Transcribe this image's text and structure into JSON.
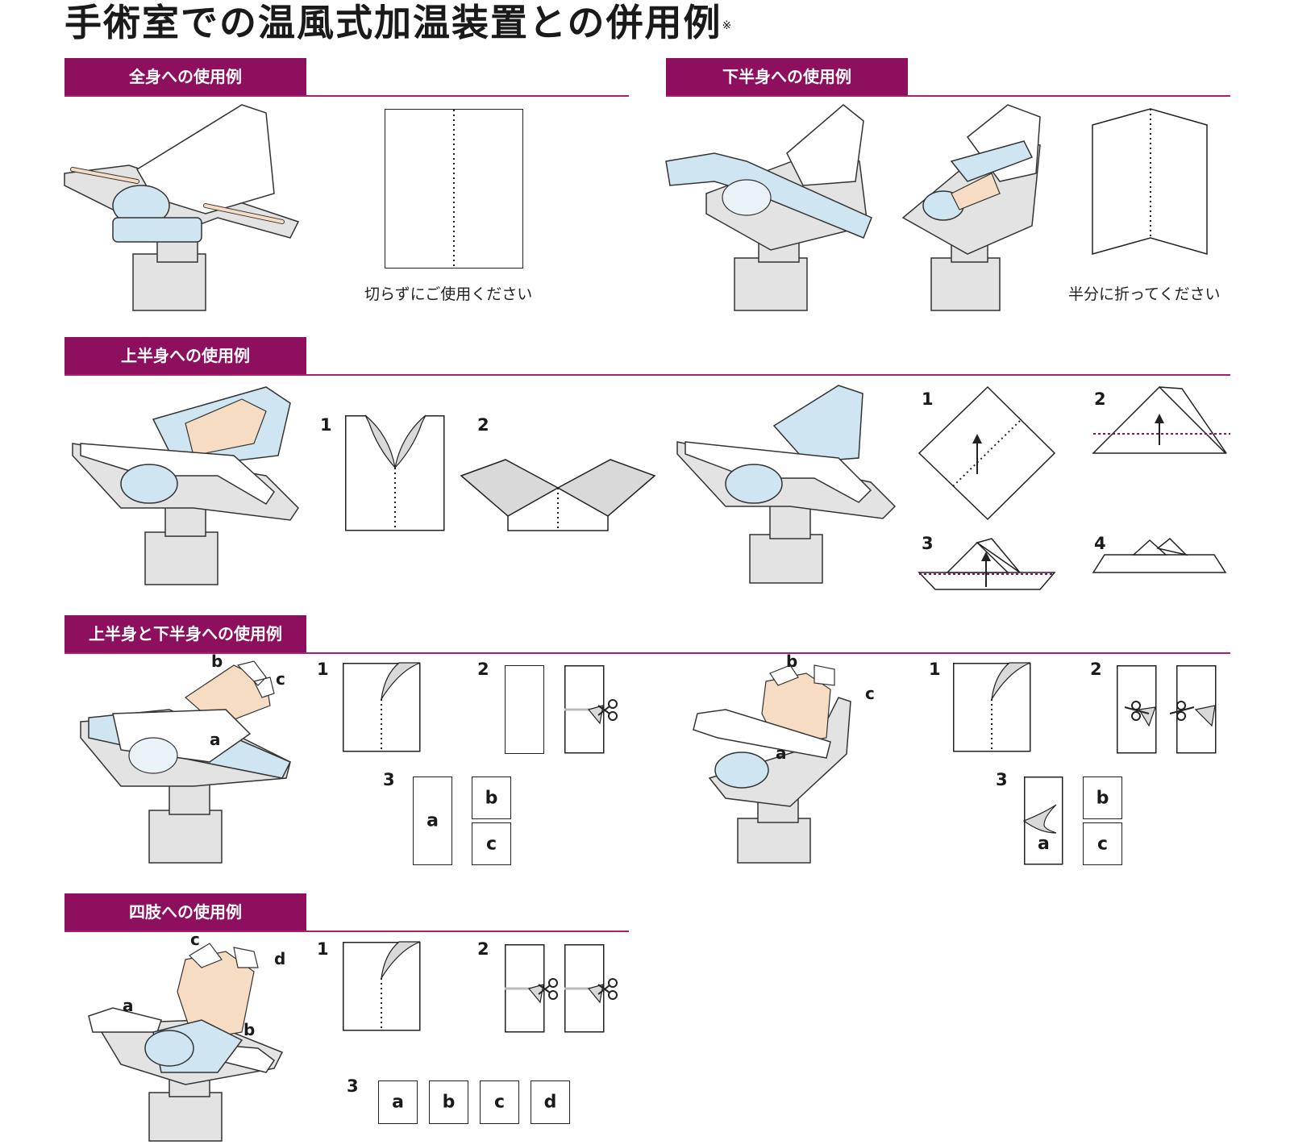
{
  "title": "手術室での温風式加温装置との併用例",
  "title_mark": "※",
  "sections": {
    "full_body": {
      "label": "全身への使用例",
      "caption": "切らずにご使用ください"
    },
    "lower_body": {
      "label": "下半身への使用例",
      "caption": "半分に折ってください"
    },
    "upper_body": {
      "label": "上半身への使用例"
    },
    "upper_lower": {
      "label": "上半身と下半身への使用例"
    },
    "limbs": {
      "label": "四肢への使用例"
    }
  },
  "steps": {
    "s1": "1",
    "s2": "2",
    "s3": "3",
    "s4": "4"
  },
  "letters": {
    "a": "a",
    "b": "b",
    "c": "c",
    "d": "d"
  },
  "colors": {
    "accent": "#8e0f5d",
    "blanket": "#cfe6f2",
    "skin": "#f7dcc4",
    "table": "#e3e3e3"
  }
}
